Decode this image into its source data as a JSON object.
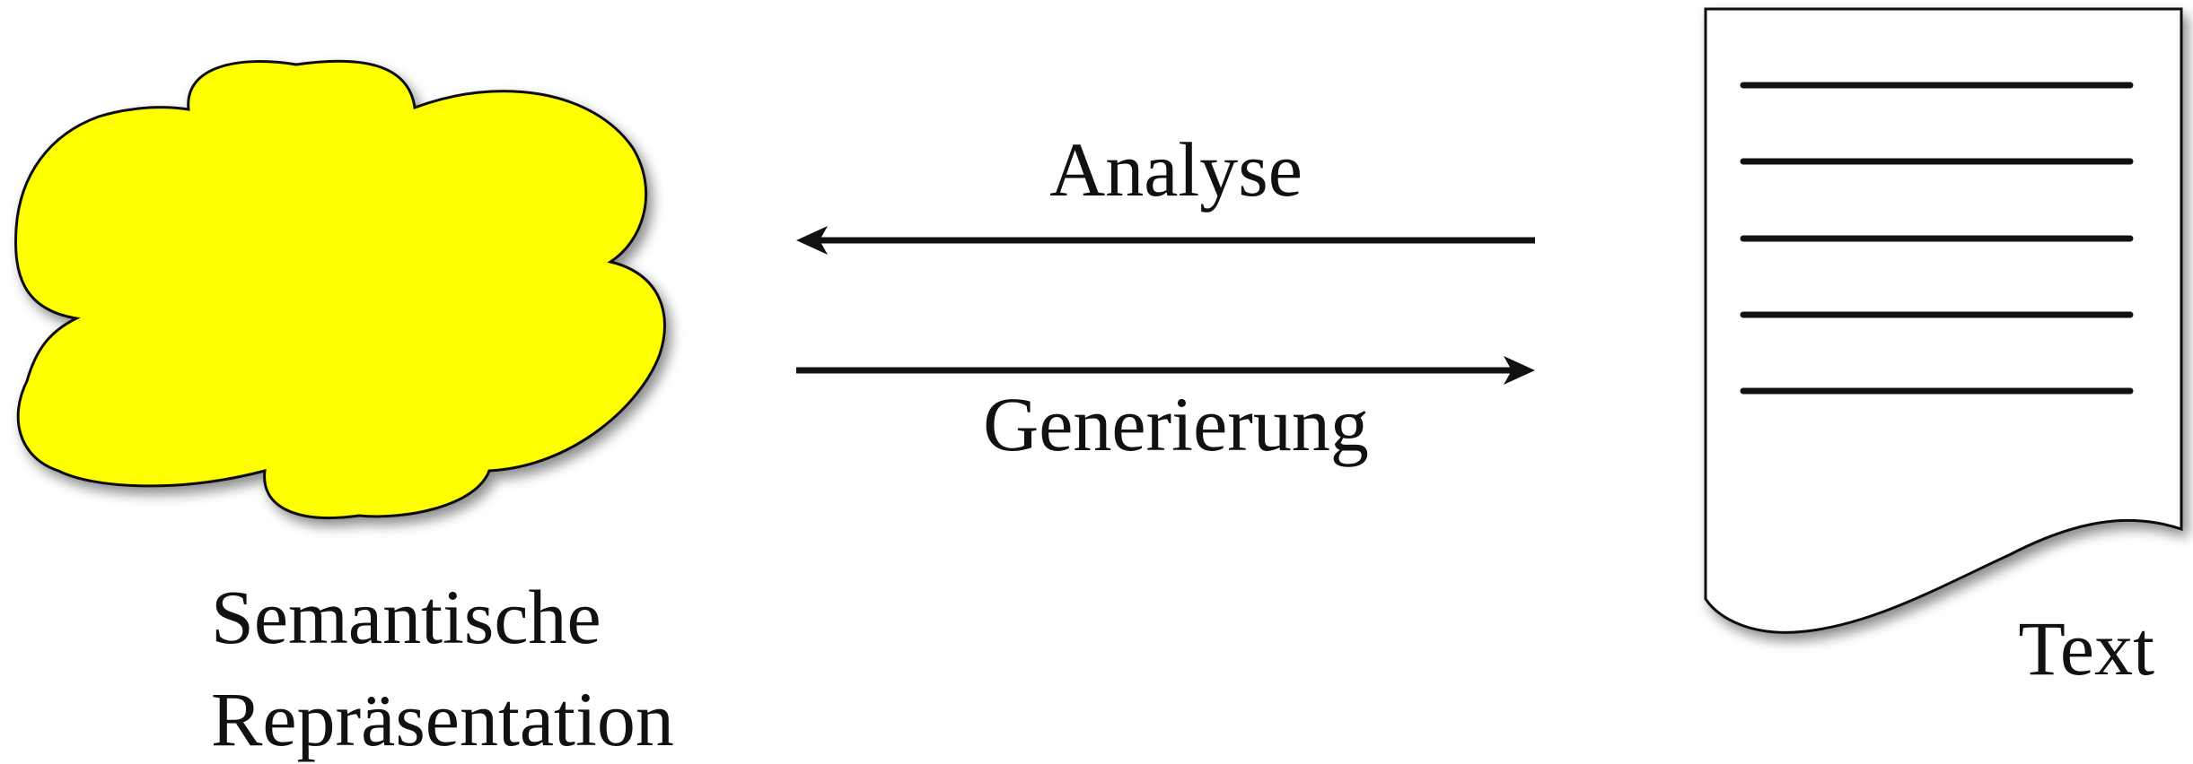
{
  "colors": {
    "cloud_fill": "#ffff00",
    "stroke": "#111111",
    "document_fill": "#ffffff"
  },
  "cloud": {
    "icon": "cloud-icon",
    "label_line1": "Semantische",
    "label_line2": "Repräsentation"
  },
  "document": {
    "icon": "document-icon",
    "label": "Text",
    "text_line_count": 5
  },
  "arrows": {
    "analysis": {
      "label": "Analyse",
      "direction": "right-to-left"
    },
    "generation": {
      "label": "Generierung",
      "direction": "left-to-right"
    }
  }
}
